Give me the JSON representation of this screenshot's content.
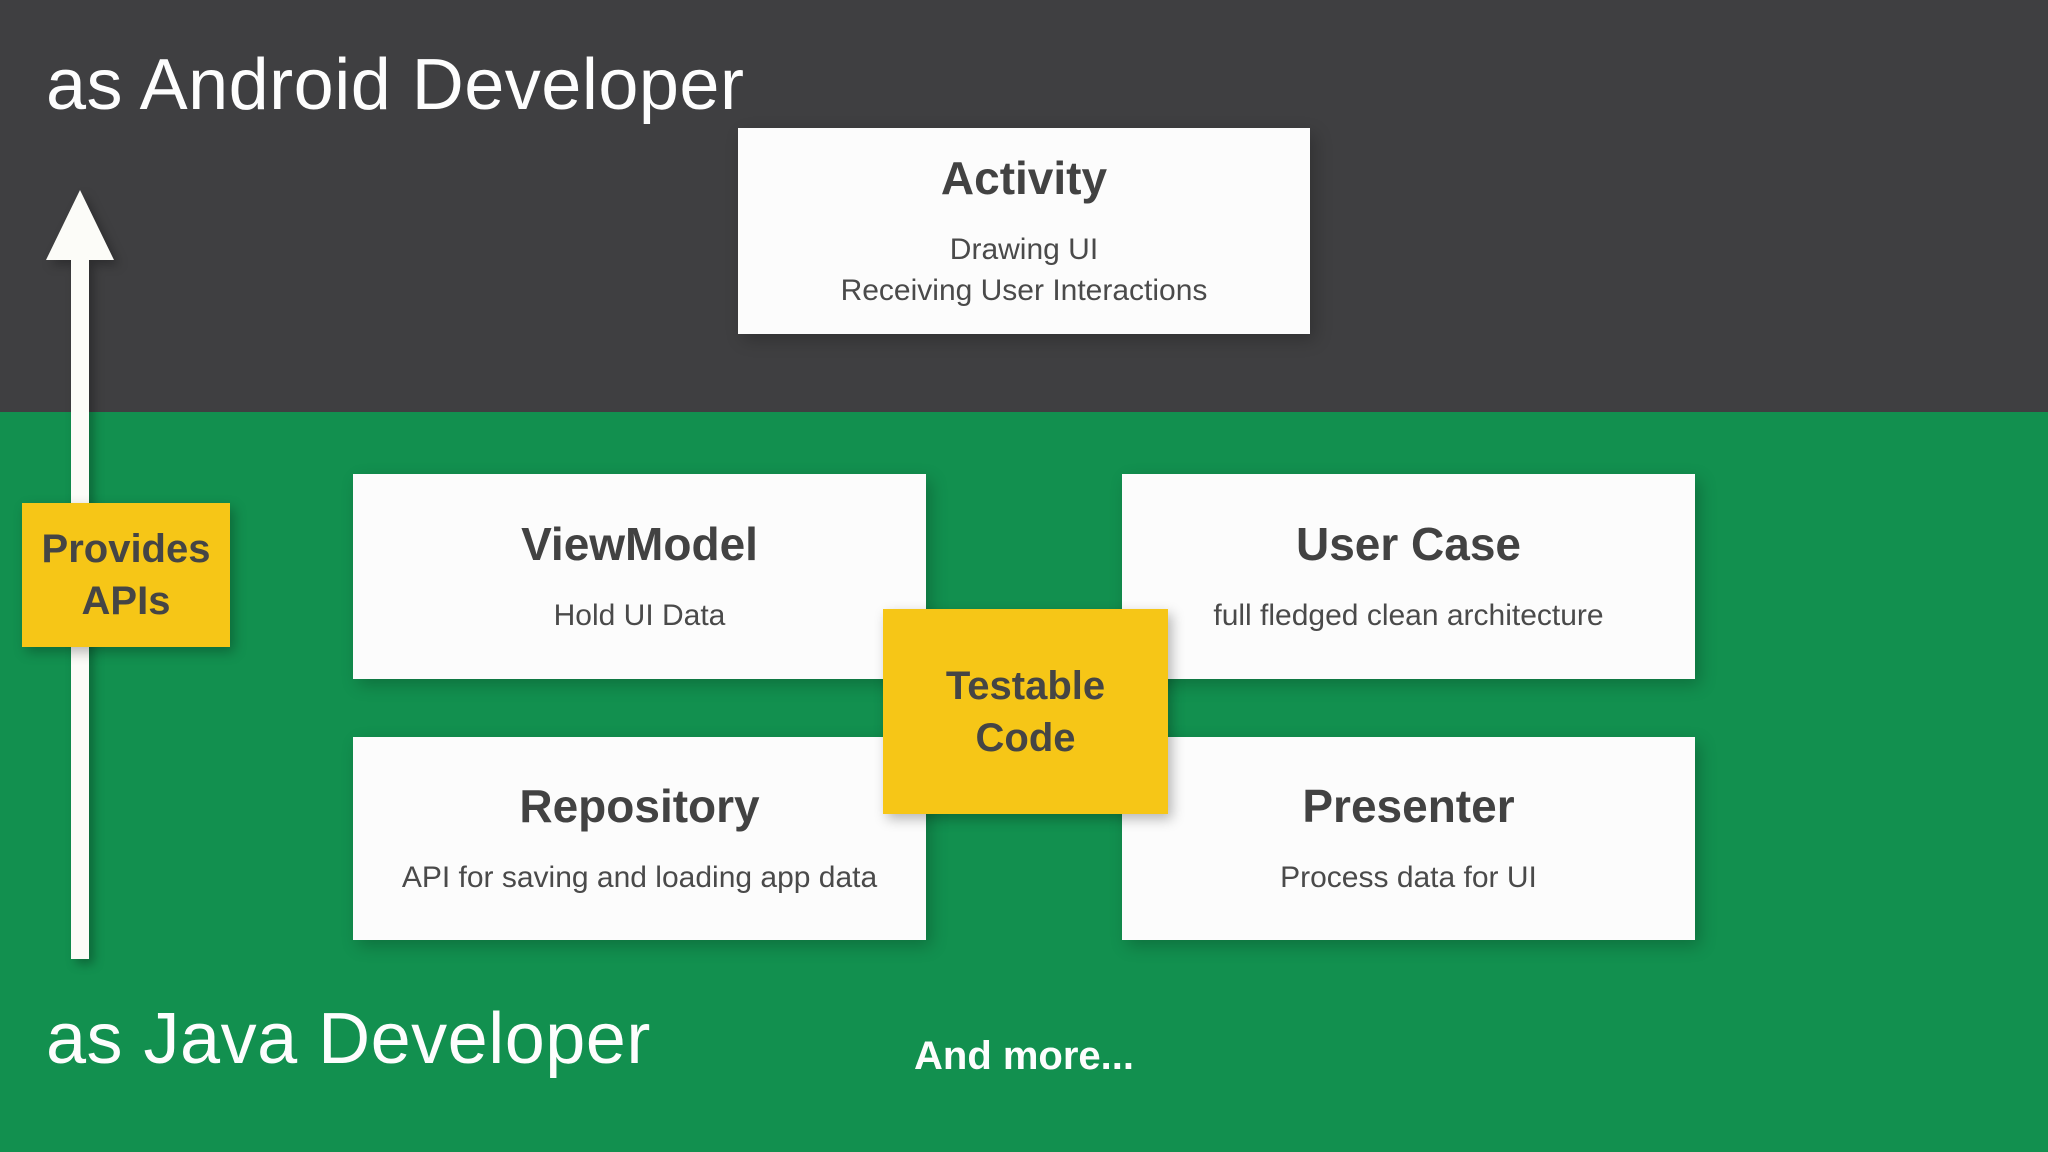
{
  "slide": {
    "android_section": {
      "title": "as Android Developer",
      "activity_card": {
        "title": "Activity",
        "subtitle_lines": [
          "Drawing UI",
          "Receiving User Interactions"
        ]
      }
    },
    "provides_apis_badge": {
      "lines": [
        "Provides",
        "APIs"
      ]
    },
    "testable_code_badge": {
      "lines": [
        "Testable",
        "Code"
      ]
    },
    "java_section": {
      "title": "as Java Developer",
      "and_more": "And more...",
      "cards": [
        {
          "id": "viewmodel",
          "title": "ViewModel",
          "subtitle": "Hold UI Data"
        },
        {
          "id": "user-case",
          "title": "User Case",
          "subtitle": "full fledged clean architecture"
        },
        {
          "id": "repository",
          "title": "Repository",
          "subtitle": "API for saving and loading app data"
        },
        {
          "id": "presenter",
          "title": "Presenter",
          "subtitle": "Process data for UI"
        }
      ]
    },
    "colors": {
      "background_green": "#12904F",
      "background_dark": "#3F3F41",
      "accent_yellow": "#F6C617",
      "card_white": "#FCFCFC",
      "text_dark": "#424242",
      "text_light": "#FDFDFD"
    }
  }
}
